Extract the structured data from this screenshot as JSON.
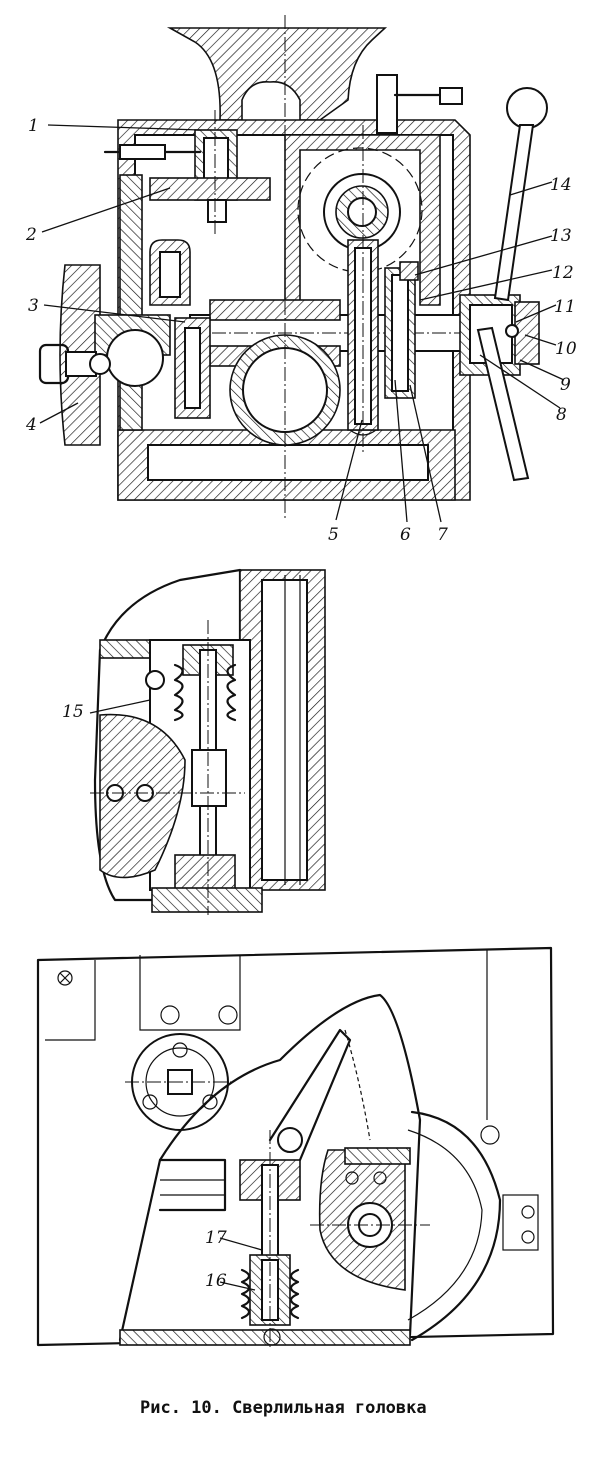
{
  "caption": "Рис. 10. Сверлильная головка",
  "labels": [
    {
      "id": "1",
      "text": "1"
    },
    {
      "id": "2",
      "text": "2"
    },
    {
      "id": "3",
      "text": "3"
    },
    {
      "id": "4",
      "text": "4"
    },
    {
      "id": "5",
      "text": "5"
    },
    {
      "id": "6",
      "text": "6"
    },
    {
      "id": "7",
      "text": "7"
    },
    {
      "id": "8",
      "text": "8"
    },
    {
      "id": "9",
      "text": "9"
    },
    {
      "id": "10",
      "text": "10"
    },
    {
      "id": "11",
      "text": "11"
    },
    {
      "id": "12",
      "text": "12"
    },
    {
      "id": "13",
      "text": "13"
    },
    {
      "id": "14",
      "text": "14"
    },
    {
      "id": "15",
      "text": "15"
    },
    {
      "id": "16",
      "text": "16"
    },
    {
      "id": "17",
      "text": "17"
    }
  ]
}
